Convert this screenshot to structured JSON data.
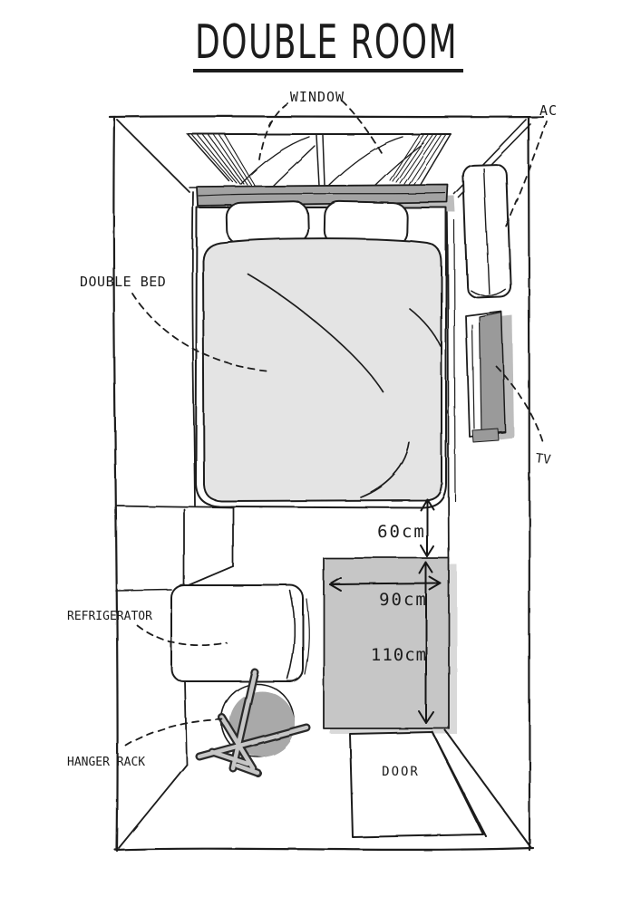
{
  "title": {
    "text": "DOUBLE ROOM"
  },
  "labels": {
    "window": "WINDOW",
    "ac": "AC",
    "double_bed": "DOUBLE BED",
    "tv": "TV",
    "refrigerator": "REFRIGERATOR",
    "hanger_rack": "HANGER RACK",
    "door": "DOOR"
  },
  "measurements": {
    "bed_to_rug_gap": "60cm",
    "rug_width": "90cm",
    "rug_length": "110cm"
  },
  "colors": {
    "ink": "#1f1f1f",
    "headboard": "#a3a3a3",
    "headboard_shadow": "#bdbdbd",
    "duvet": "#e4e4e4",
    "rug": "#c6c6c6",
    "rug_shadow": "#d9d9d9",
    "tv_panel": "#9a9a9a",
    "tv_shadow": "#bdbdbd",
    "hanger_circle": "#a9a9a9",
    "stick_fill": "#c6c6c6"
  }
}
